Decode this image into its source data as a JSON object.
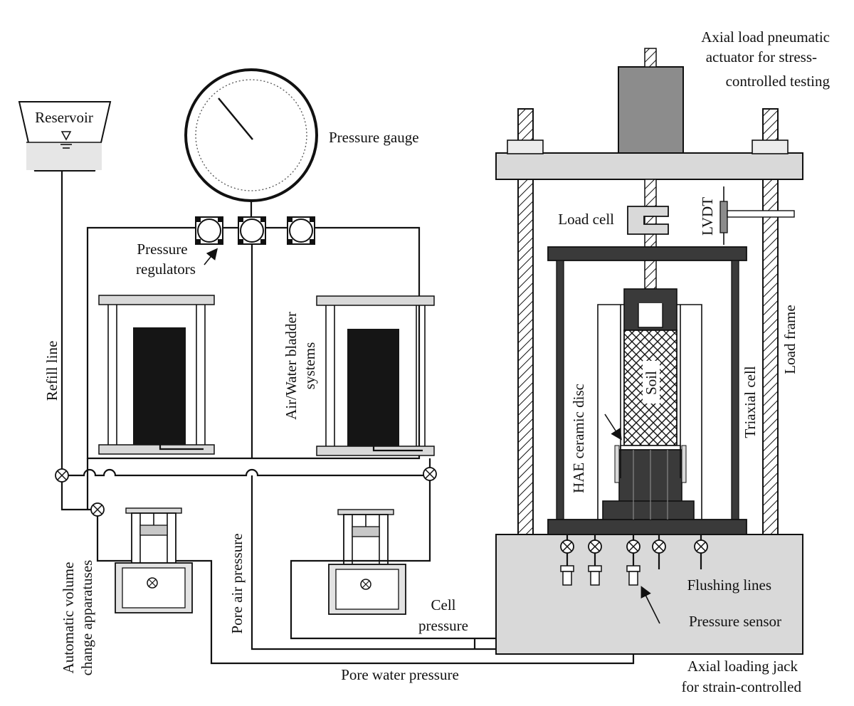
{
  "labels": {
    "reservoir": "Reservoir",
    "pressure_gauge": "Pressure gauge",
    "axial_actuator_line1": "Axial load pneumatic",
    "axial_actuator_line2": "actuator for stress-",
    "axial_actuator_line3": "controlled testing",
    "load_cell": "Load cell",
    "lvdt": "LVDT",
    "pressure_regulators_line1": "Pressure",
    "pressure_regulators_line2": "regulators",
    "refill_line": "Refill line",
    "bladder_line1": "Air/Water bladder",
    "bladder_line2": "systems",
    "soil": "Soil",
    "load_frame": "Load frame",
    "triaxial_cell": "Triaxial cell",
    "hae_disc": "HAE ceramic disc",
    "auto_volume_line1": "Automatic volume",
    "auto_volume_line2": "change apparatuses",
    "pore_air_pressure": "Pore air pressure",
    "flushing_lines": "Flushing lines",
    "cell_pressure_line1": "Cell",
    "cell_pressure_line2": "pressure",
    "pressure_sensor": "Pressure sensor",
    "pore_water_pressure": "Pore water pressure",
    "axial_jack_line1": "Axial loading jack",
    "axial_jack_line2": "for strain-controlled"
  },
  "colors": {
    "line": "#111111",
    "light_gray": "#d9d9d9",
    "mid_gray": "#8c8c8c",
    "dark_gray": "#3a3a3a",
    "black_fill": "#151515"
  },
  "icons": [
    "valve-icon",
    "water-level-icon",
    "arrow-icon"
  ]
}
